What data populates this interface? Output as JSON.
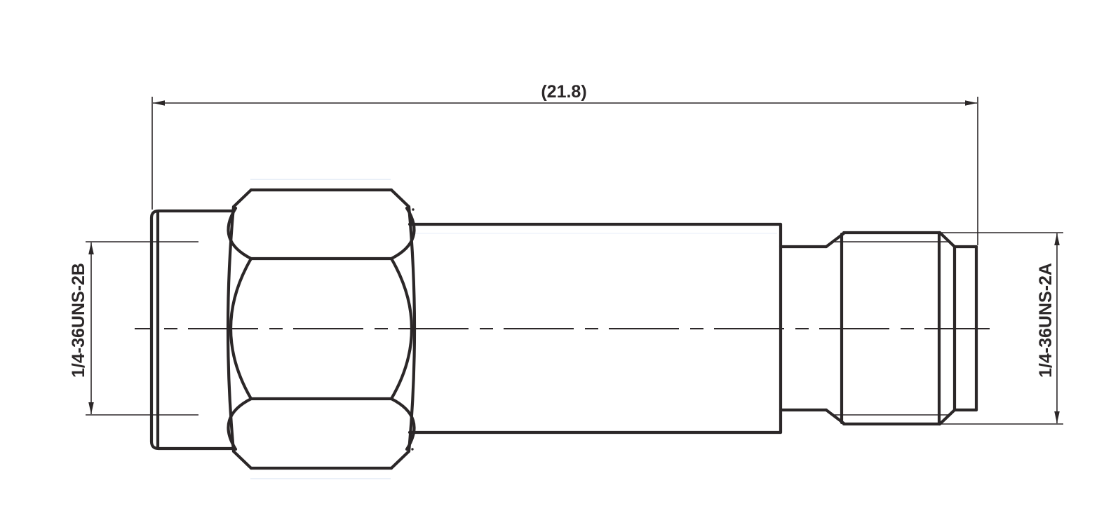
{
  "colors": {
    "line": "#2b2728",
    "background": "#ffffff",
    "artifact": "#e4ebf5",
    "artifact_faint": "#eff4fb"
  },
  "labels": {
    "overall_length": "(21.8)",
    "left_thread": "1/4-36UNS-2B",
    "right_thread": "1/4-36UNS-2A"
  }
}
